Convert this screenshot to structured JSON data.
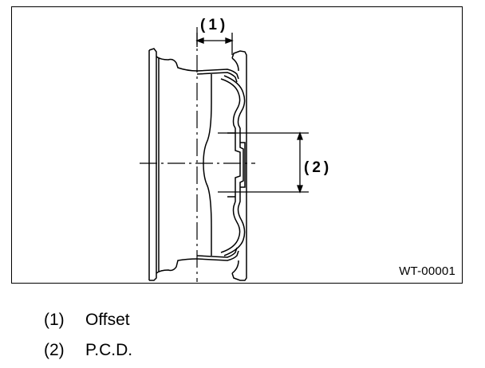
{
  "figure": {
    "code": "WT-00001",
    "dimension_labels": [
      {
        "num": "(1)",
        "text": "Offset"
      },
      {
        "num": "(2)",
        "text": "P.C.D."
      }
    ]
  },
  "legend": {
    "items": [
      {
        "num": "(1)",
        "text": "Offset"
      },
      {
        "num": "(2)",
        "text": "P.C.D."
      }
    ]
  }
}
